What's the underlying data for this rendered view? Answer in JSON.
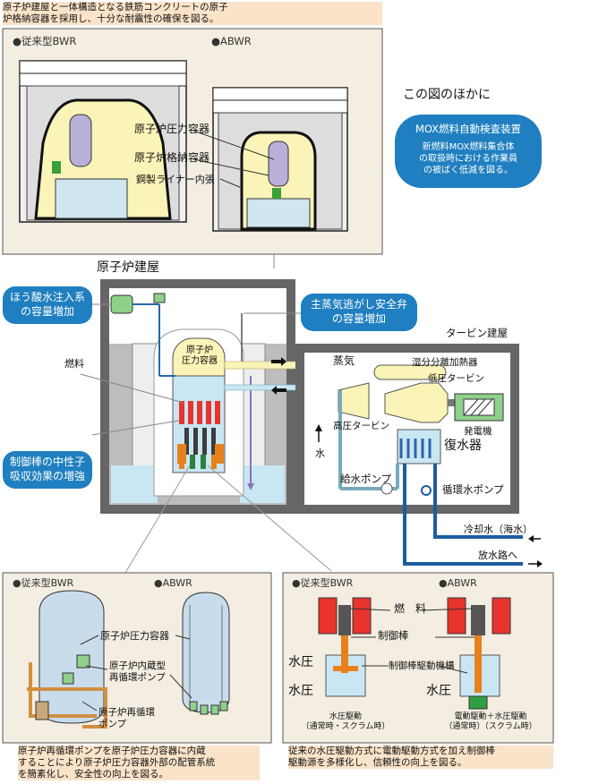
{
  "top_note": [
    "原子炉建屋と一体構造となる鉄筋コンクリートの原子",
    "炉格納容器を採用し、十分な耐震性の確保を図る。"
  ],
  "top_panel": {
    "left_title": "●従来型BWR",
    "right_title": "●ABWR",
    "label_rpv": "原子炉圧力容器",
    "label_pcv": "原子炉格納容器",
    "label_liner": "鋼製ライナー内張"
  },
  "right_note": {
    "heading": "この図のほかに",
    "bubble_title": "MOX燃料自動検査装置",
    "bubble_lines": [
      "新燃料MOX燃料集合体",
      "の取扱時における作業員",
      "の被ばく低減を図る。"
    ]
  },
  "main": {
    "reactor_building": "原子炉建屋",
    "turbine_building": "タービン建屋",
    "callout_boric": [
      "ほう酸水注入系",
      "の容量増加"
    ],
    "callout_srv": [
      "主蒸気逃がし安全弁",
      "の容量増加"
    ],
    "callout_rod": [
      "制御棒の中性子",
      "吸収効果の増強"
    ],
    "label_fuel": "燃料",
    "label_rpv": [
      "原子炉",
      "圧力容器"
    ],
    "label_steam": "蒸気",
    "label_msr": "湿分分離加熱器",
    "label_lp": "低圧タービン",
    "label_hp": "高圧タービン",
    "label_generator": "発電機",
    "label_condenser": "復水器",
    "label_water": "水",
    "label_feed_pump": "給水ポンプ",
    "label_circ_pump": "循環水ポンプ",
    "label_cooling": "冷却水（海水）",
    "label_discharge": "放水路へ"
  },
  "bottom_left": {
    "left_title": "●従来型BWR",
    "right_title": "●ABWR",
    "label_rpv": "原子炉圧力容器",
    "label_internal_pump": [
      "原子炉内蔵型",
      "再循環ポンプ"
    ],
    "label_recirc_pump": [
      "原子炉再循環",
      "ポンプ"
    ],
    "caption": [
      "原子炉再循環ポンプを原子炉圧力容器に内蔵",
      "することにより原子炉圧力容器外部の配管系統",
      "を簡素化し、安全性の向上を図る。"
    ]
  },
  "bottom_right": {
    "left_title": "●従来型BWR",
    "right_title": "●ABWR",
    "label_fuel": "燃　料",
    "label_rod": "制御棒",
    "label_drive": "制御棒駆動機構",
    "label_hydraulic": "水圧",
    "label_left_mode": [
      "水圧駆動",
      "（通常時・スクラム時）"
    ],
    "label_right_mode": [
      "電動駆動＋水圧駆動",
      "（通常時）（スクラム時）"
    ],
    "caption": [
      "従来の水圧駆動方式に電動駆動方式を加え制御棒",
      "駆動源を多様化し、信頼性の向上を図る。"
    ]
  },
  "colors": {
    "panel_bg": "#f4ede1",
    "bubble": "#1f7fc0",
    "water": "#c9e6f3",
    "pipe": "#2a66a8",
    "fuel_red": "#e8342c",
    "orange": "#e8811c",
    "green": "#8fd08a"
  }
}
